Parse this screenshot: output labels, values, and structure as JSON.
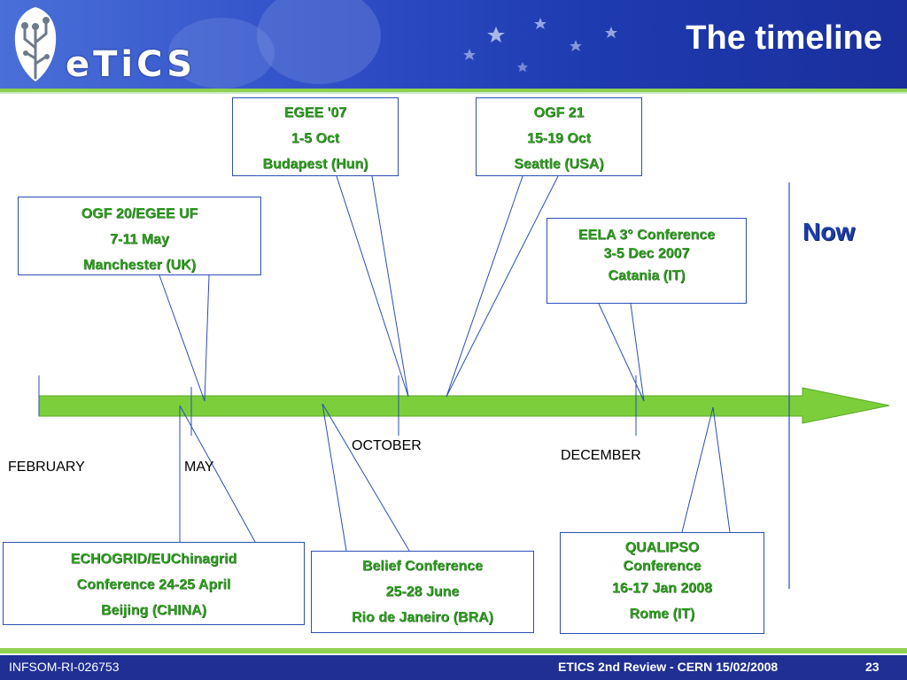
{
  "header": {
    "logo_text": "eTiCS",
    "title": "The timeline"
  },
  "events": {
    "egee": {
      "line1": "EGEE '07",
      "line2": "1-5 Oct",
      "line3": "Budapest (Hun)"
    },
    "ogf21": {
      "line1": "OGF 21",
      "line2": "15-19 Oct",
      "line3": "Seattle (USA)"
    },
    "ogf20": {
      "line1": "OGF 20/EGEE UF",
      "line2": "7-11 May",
      "line3": "Manchester (UK)"
    },
    "eela": {
      "line1": "EELA 3° Conference",
      "line2": "3-5 Dec 2007",
      "line3": "Catania (IT)"
    },
    "echogrid": {
      "line1": "ECHOGRID/EUChinagrid",
      "line2": "Conference 24-25 April",
      "line3": "Beijing (CHINA)"
    },
    "belief": {
      "line1": "Belief Conference",
      "line2": "25-28 June",
      "line3": "Rio de Janeiro (BRA)"
    },
    "qualipso": {
      "line1": "QUALIPSO",
      "line2": "Conference",
      "line3": "16-17 Jan 2008",
      "line4": "Rome (IT)"
    }
  },
  "months": {
    "february": "FEBRUARY",
    "may": "MAY",
    "october": "OCTOBER",
    "december": "DECEMBER"
  },
  "now_label": "Now",
  "footer": {
    "left": "INFSOM-RI-026753",
    "right": "ETICS 2nd Review - CERN 15/02/2008",
    "page": "23"
  },
  "colors": {
    "timeline_arrow": "#7ccf3a",
    "box_border": "#2a4fb5",
    "box_text": "#2f9e20",
    "now_text": "#1c3ea8",
    "header_bg": "#2a48c0",
    "footer_bg": "#1f2f94"
  }
}
